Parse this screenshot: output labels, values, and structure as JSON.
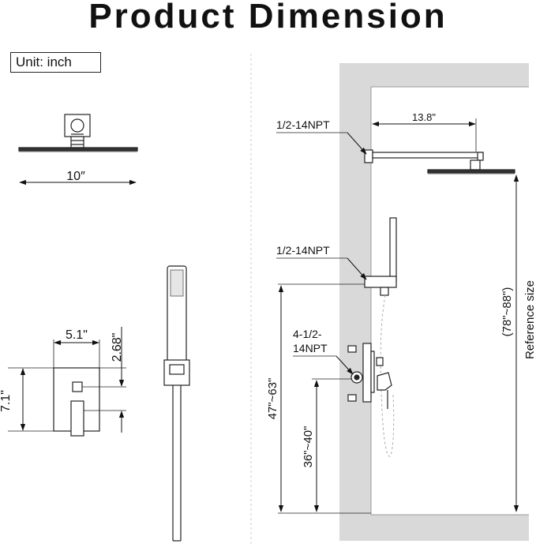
{
  "title": "Product Dimension",
  "unit_label": "Unit:  inch",
  "dimensions": {
    "head_width": "10″",
    "valve_width": "5.1\"",
    "valve_offset": "2.68\"",
    "valve_height": "7.1\"",
    "arm_length": "13.8\"",
    "thread_arm": "1/2-14NPT",
    "thread_outlet": "1/2-14NPT",
    "thread_valve_line1": "4-1/2-",
    "thread_valve_line2": "14NPT",
    "outlet_height": "47\"~63\"",
    "valve_height_floor": "36\"~40\"",
    "head_height": "(78\"~88\")",
    "reference": "Reference size"
  },
  "colors": {
    "wall": "#d9d9d9",
    "line": "#222222",
    "background": "#ffffff"
  }
}
